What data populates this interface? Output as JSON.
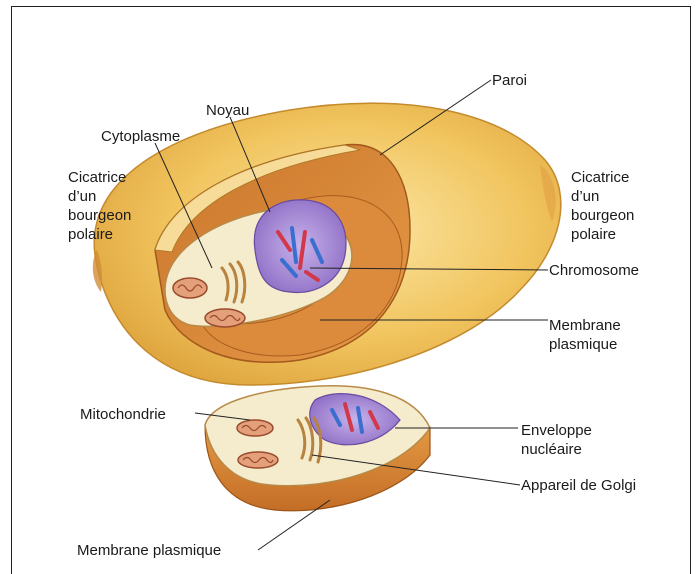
{
  "labels": {
    "paroi": "Paroi",
    "noyau": "Noyau",
    "cytoplasme": "Cytoplasme",
    "cicatrice_left": [
      "Cicatrice",
      "d’un",
      "bourgeon",
      "polaire"
    ],
    "cicatrice_right": [
      "Cicatrice",
      "d’un",
      "bourgeon",
      "polaire"
    ],
    "chromosome": "Chromosome",
    "membrane_plasmique_right": [
      "Membrane",
      "plasmique"
    ],
    "mitochondrie": "Mitochondrie",
    "enveloppe_nucleaire": [
      "Enveloppe",
      "nucléaire"
    ],
    "appareil_golgi": "Appareil de Golgi",
    "membrane_plasmique_bottom": "Membrane plasmique"
  },
  "colors": {
    "wall": "#f2c25a",
    "cytoplasm": "#f4e9c8",
    "membrane": "#d98a3a",
    "nucleus": "#a98ad0",
    "chromosome_red": "#d2384a",
    "chromosome_blue": "#3a6fd0"
  }
}
